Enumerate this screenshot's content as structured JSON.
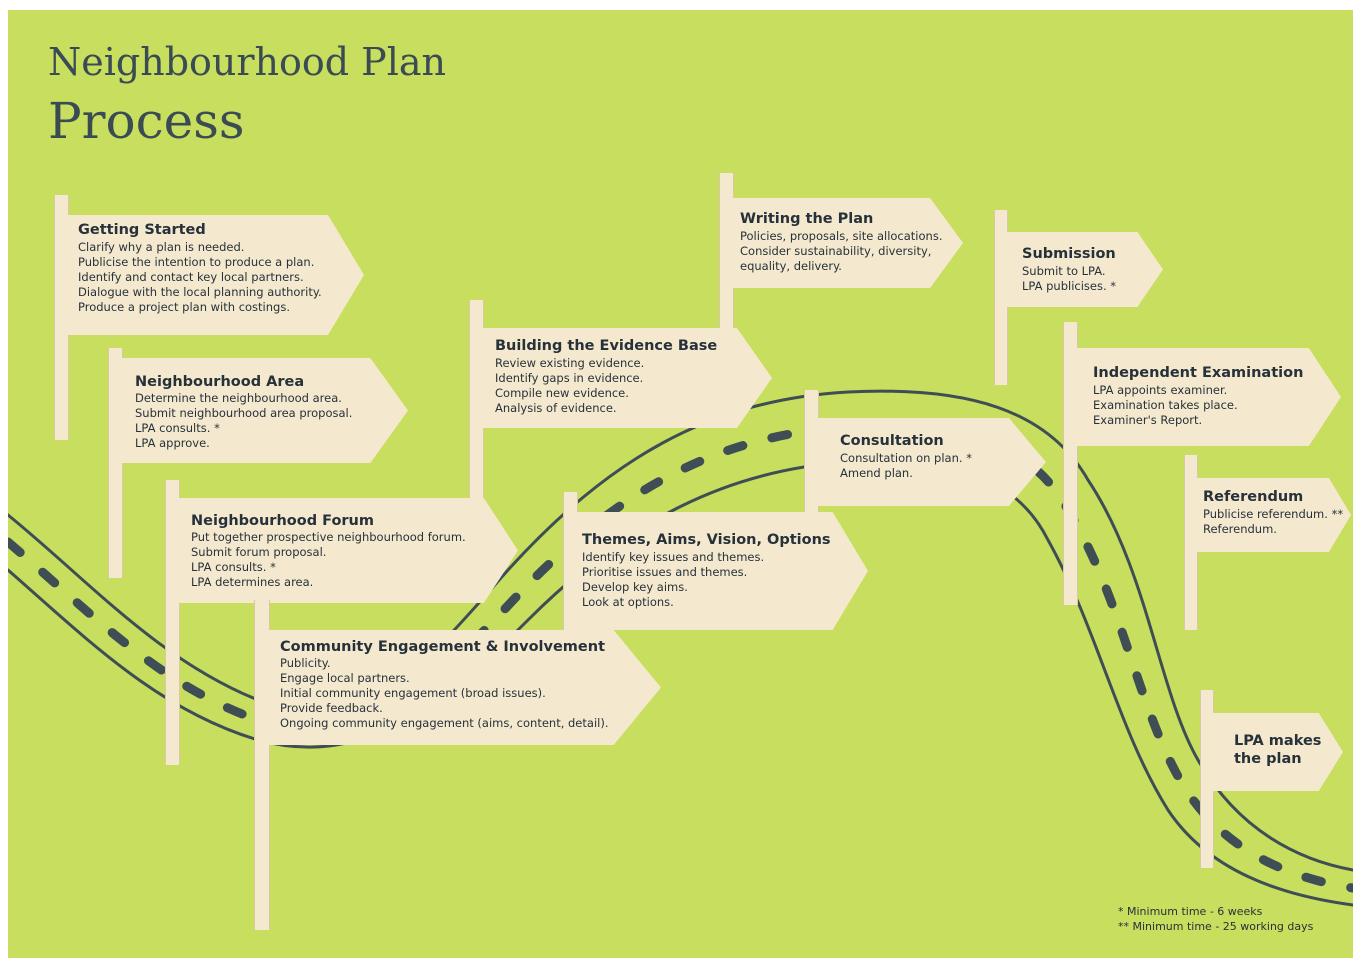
{
  "title": {
    "line1": "Neighbourhood Plan",
    "line2": "Process"
  },
  "signs": {
    "getting_started": {
      "heading": "Getting Started",
      "lines": [
        "Clarify why a plan is needed.",
        "Publicise the intention to produce a plan.",
        "Identify and contact key local partners.",
        "Dialogue with the local planning authority.",
        "Produce a project plan with costings."
      ]
    },
    "neighbourhood_area": {
      "heading": "Neighbourhood Area",
      "lines": [
        "Determine the neighbourhood area.",
        "Submit neighbourhood area proposal.",
        "LPA consults. *",
        "LPA approve."
      ]
    },
    "neighbourhood_forum": {
      "heading": "Neighbourhood Forum",
      "lines": [
        "Put together prospective neighbourhood forum.",
        "Submit forum proposal.",
        "LPA consults. *",
        "LPA determines area."
      ]
    },
    "community_engagement": {
      "heading": "Community Engagement & Involvement",
      "lines": [
        "Publicity.",
        "Engage local partners.",
        "Initial community engagement (broad issues).",
        "Provide feedback.",
        "Ongoing community engagement (aims, content, detail)."
      ]
    },
    "evidence_base": {
      "heading": "Building the Evidence Base",
      "lines": [
        "Review existing evidence.",
        "Identify gaps in evidence.",
        "Compile new evidence.",
        "Analysis of evidence."
      ]
    },
    "themes": {
      "heading": "Themes, Aims, Vision, Options",
      "lines": [
        "Identify key issues and themes.",
        "Prioritise issues and themes.",
        "Develop key aims.",
        "Look at options."
      ]
    },
    "writing": {
      "heading": "Writing the Plan",
      "lines": [
        "Policies, proposals, site allocations.",
        "Consider sustainability, diversity,",
        "equality, delivery."
      ]
    },
    "consultation": {
      "heading": "Consultation",
      "lines": [
        "Consultation on plan. *",
        "Amend plan."
      ]
    },
    "submission": {
      "heading": "Submission",
      "lines": [
        "Submit to LPA.",
        "LPA publicises. *"
      ]
    },
    "examination": {
      "heading": "Independent Examination",
      "lines": [
        "LPA appoints examiner.",
        "Examination takes place.",
        "Examiner's Report."
      ]
    },
    "referendum": {
      "heading": "Referendum",
      "lines": [
        "Publicise referendum. **",
        "Referendum."
      ]
    },
    "lpa_makes": {
      "lines": [
        "LPA makes",
        "the plan"
      ]
    }
  },
  "footnotes": [
    "* Minimum time - 6 weeks",
    "** Minimum time - 25 working days"
  ],
  "colors": {
    "background": "#c8de5e",
    "sign": "#f4e9cf",
    "road": "#3f4d55",
    "text": "#26313a"
  }
}
